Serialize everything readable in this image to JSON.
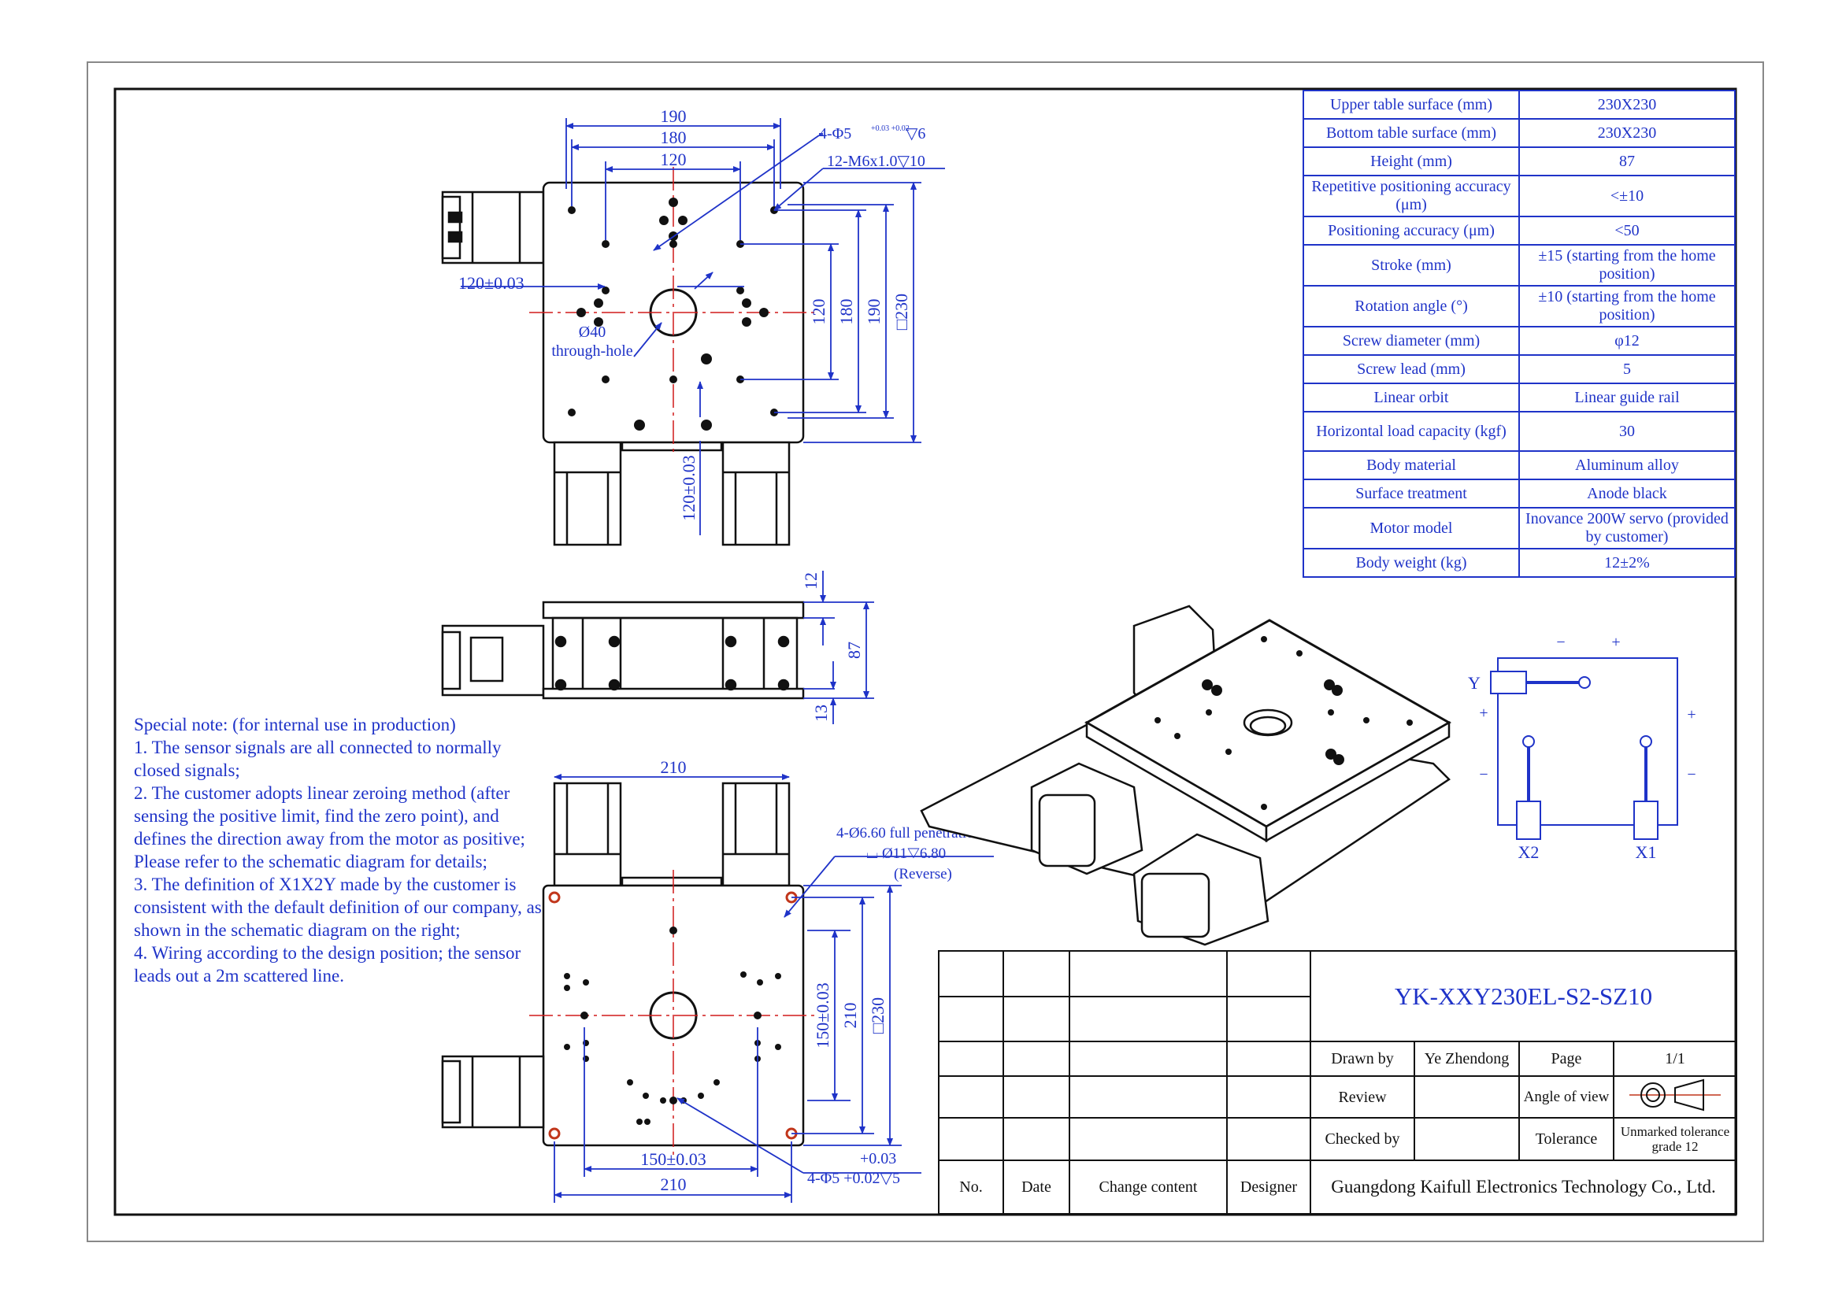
{
  "spec_table": [
    {
      "k": "Upper table surface (mm)",
      "v": "230X230"
    },
    {
      "k": "Bottom table surface (mm)",
      "v": "230X230"
    },
    {
      "k": "Height (mm)",
      "v": "87"
    },
    {
      "k": "Repetitive positioning accuracy (μm)",
      "v": "<±10"
    },
    {
      "k": "Positioning accuracy (μm)",
      "v": "<50"
    },
    {
      "k": "Stroke (mm)",
      "v": "±15 (starting from the home position)"
    },
    {
      "k": "Rotation angle (°)",
      "v": "±10 (starting from the home position)"
    },
    {
      "k": "Screw diameter (mm)",
      "v": "φ12"
    },
    {
      "k": "Screw lead (mm)",
      "v": "5"
    },
    {
      "k": "Linear orbit",
      "v": "Linear guide rail"
    },
    {
      "k": "Horizontal load capacity (kgf)",
      "v": "30"
    },
    {
      "k": "Body material",
      "v": "Aluminum alloy"
    },
    {
      "k": "Surface treatment",
      "v": "Anode black"
    },
    {
      "k": "Motor model",
      "v": "Inovance 200W servo (provided by customer)"
    },
    {
      "k": "Body weight (kg)",
      "v": "12±2%"
    }
  ],
  "note": {
    "title": "Special note: (for internal use in production)",
    "lines": [
      "1. The sensor signals are all connected to normally closed signals;",
      "2. The customer adopts linear zeroing method (after sensing the positive limit, find the zero point), and defines the direction away from the motor as positive;",
      "Please refer to the schematic diagram for details;",
      "3. The definition of X1X2Y made by the customer is consistent with the default definition of our company, as shown in the schematic diagram on the right;",
      "4. Wiring according to the design position; the sensor leads out a 2m scattered line."
    ]
  },
  "dims_top": {
    "w190": "190",
    "w180": "180",
    "w120": "120",
    "hole_spec_a": "4-Φ5",
    "hole_tol_a": "+0.03 +0.02",
    "hole_depth_a": "▽6",
    "thread_spec": "12-M6x1.0▽10",
    "pos_x": "120±0.03",
    "hole_dia": "Ø40",
    "hole_label": "through-hole",
    "v120": "120",
    "v180": "180",
    "v190": "190",
    "v230": "□230",
    "pos_y": "120±0.03"
  },
  "dims_side": {
    "t12": "12",
    "h87": "87",
    "b13": "13"
  },
  "dims_bottom": {
    "w210_top": "210",
    "cb_spec": "4-Ø6.60 full penetration",
    "cb_spec2": "⌴ Ø11▽6.80",
    "cb_rev": "(Reverse)",
    "v150": "150±0.03",
    "v210": "210",
    "v230": "□230",
    "w150": "150±0.03",
    "tol": "+0.03",
    "hole_spec_b": "4-Φ5 +0.02▽5",
    "w210_bot": "210"
  },
  "schematic": {
    "minus": "−",
    "plus": "+",
    "y": "Y",
    "x2": "X2",
    "x1": "X1"
  },
  "title_block": {
    "drawing_no": "YK-XXY230EL-S2-SZ10",
    "drawn_by_label": "Drawn by",
    "drawn_by": "Ye Zhendong",
    "page_label": "Page",
    "page": "1/1",
    "review_label": "Review",
    "angle_label": "Angle of view",
    "checked_label": "Checked by",
    "tolerance_label": "Tolerance",
    "tolerance": "Unmarked tolerance grade 12",
    "no_label": "No.",
    "date_label": "Date",
    "change_label": "Change content",
    "designer_label": "Designer",
    "company": "Guangdong Kaifull Electronics Technology Co., Ltd."
  },
  "colors": {
    "dimension": "#1f33c8",
    "outline": "#111111",
    "centerline": "#d11a1a"
  }
}
